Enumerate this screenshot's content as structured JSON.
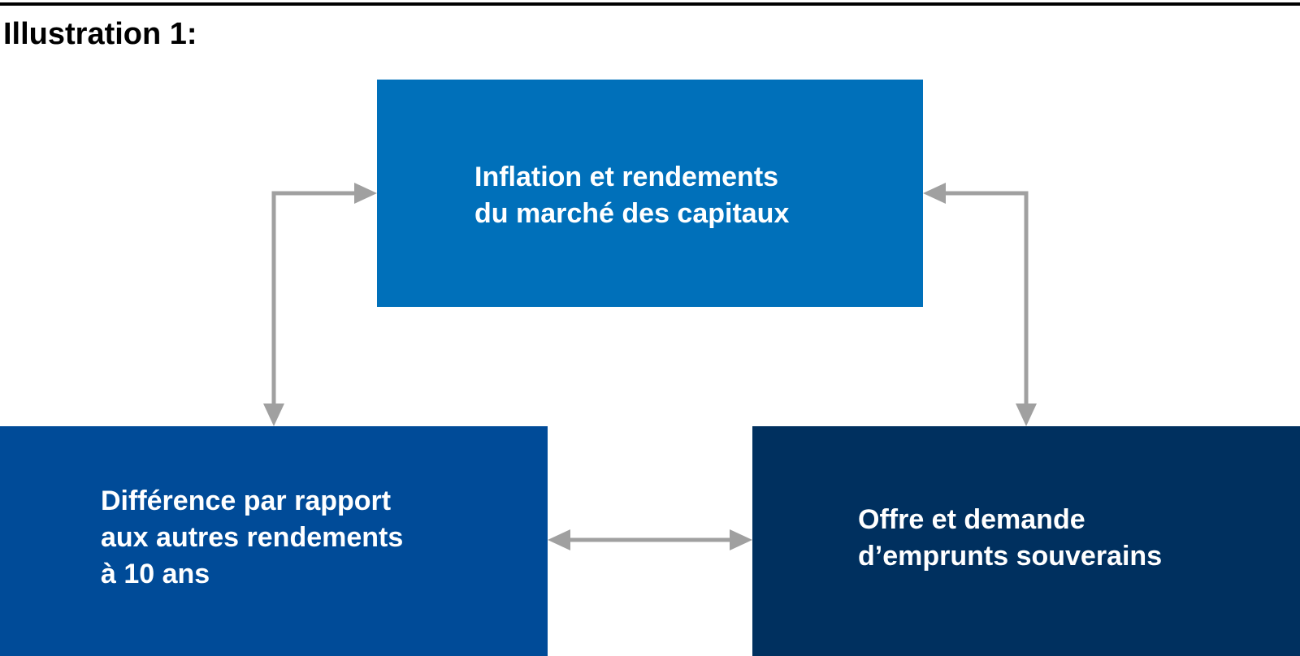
{
  "header": {
    "title": "Illustration 1:"
  },
  "diagram": {
    "top_box": {
      "lines": [
        "Inflation et rendements",
        "du marché des capitaux"
      ]
    },
    "left_box": {
      "lines": [
        "Différence par rapport",
        "aux autres rendements",
        "à 10 ans"
      ]
    },
    "right_box": {
      "lines": [
        "Offre et demande",
        "d’emprunts souverains"
      ]
    },
    "arrow_color": "#a0a0a0",
    "colors": {
      "top_box": "#0070ba",
      "left_box": "#004b98",
      "right_box": "#00305f"
    }
  }
}
